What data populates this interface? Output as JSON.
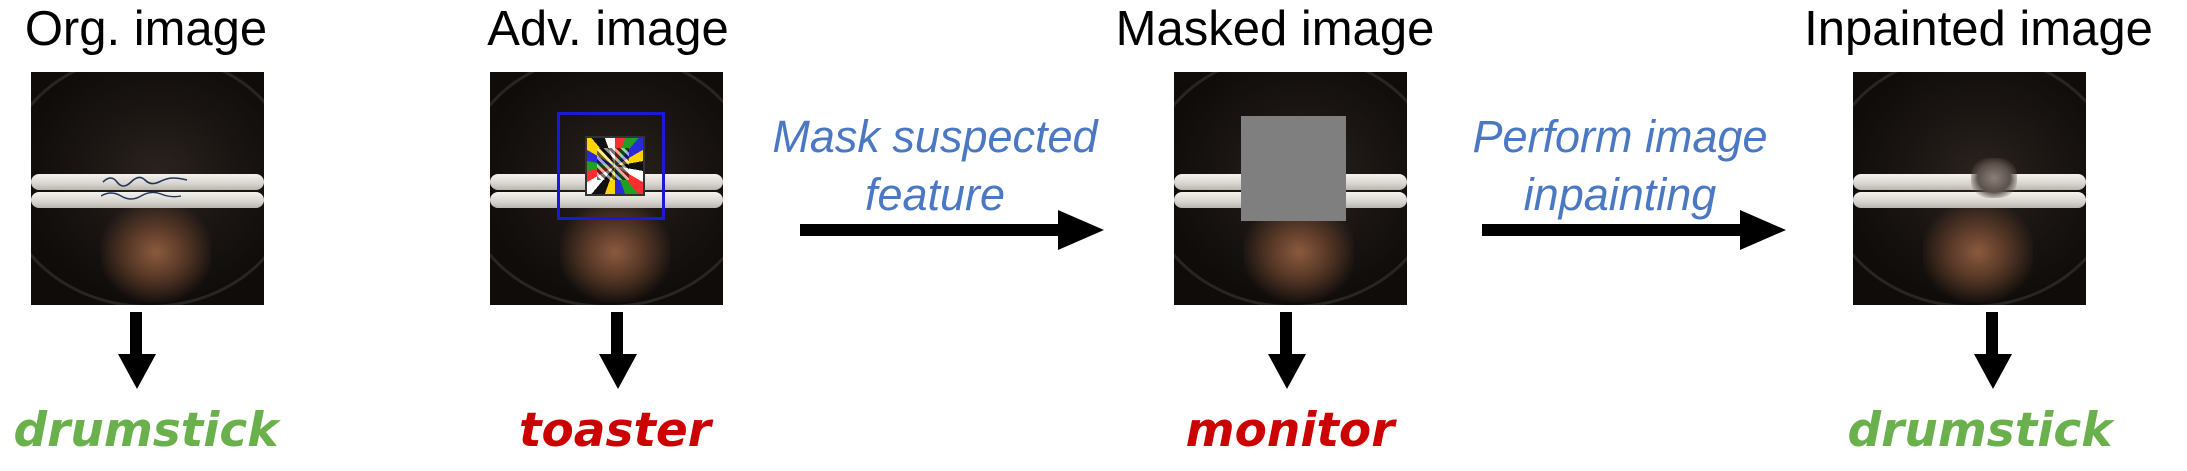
{
  "colors": {
    "correct_label": "#6ab04c",
    "wrong_label": "#cc0000",
    "step_text": "#4a78c2",
    "arrow": "#000000",
    "patch_box": "#1a1ad6",
    "mask": "#7f7f7f"
  },
  "stages": [
    {
      "title": "Org. image",
      "prediction": "drumstick",
      "photo": "original-photo"
    },
    {
      "title": "Adv. image",
      "prediction": "toaster",
      "photo": "adversarial-photo"
    },
    {
      "title": "Masked image",
      "prediction": "monitor",
      "photo": "masked-photo"
    },
    {
      "title": "Inpainted image",
      "prediction": "drumstick",
      "photo": "inpainted-photo"
    }
  ],
  "steps": [
    {
      "line1": "Mask suspected",
      "line2": "feature"
    },
    {
      "line1": "Perform image",
      "line2": "inpainting"
    }
  ]
}
